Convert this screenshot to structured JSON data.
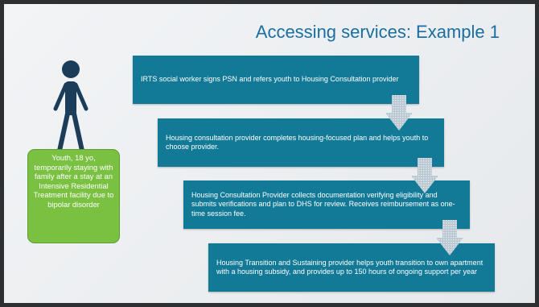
{
  "slide": {
    "title": "Accessing services: Example 1"
  },
  "profile": {
    "text": "Youth, 18 yo, temporarily staying with family after a stay at an Intensive Residential Treatment facility due to bipolar disorder"
  },
  "steps": [
    {
      "text": "IRTS social worker signs PSN and refers youth to Housing Consultation provider"
    },
    {
      "text": "Housing consultation provider completes housing-focused plan and helps youth to choose provider."
    },
    {
      "text": "Housing Consultation Provider collects documentation verifying eligibility and submits verifications and plan to DHS for review. Receives reimbursement as one-time session fee."
    },
    {
      "text": "Housing Transition and Sustaining provider helps youth transition to own apartment with a housing subsidy, and provides up to 150 hours of ongoing support per year"
    }
  ],
  "colors": {
    "title": "#1a6fa0",
    "step_fill": "#127a97",
    "profile_fill": "#7ac142",
    "figure": "#1c3d5a",
    "frame": "#2e2f31"
  }
}
